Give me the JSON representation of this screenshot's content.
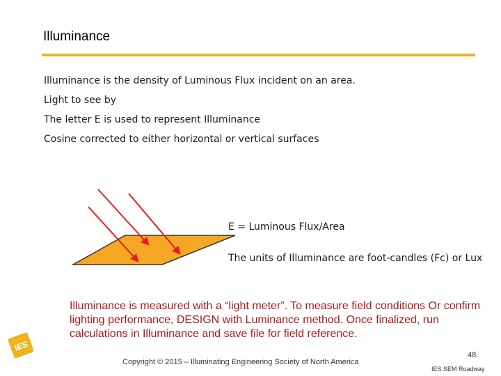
{
  "slide": {
    "title": "Illuminance",
    "bullets": [
      "Illuminance is the density of Luminous Flux incident on an area.",
      "Light to see by",
      "The letter E is used to represent Illuminance",
      "Cosine corrected to either horizontal or vertical surfaces"
    ],
    "formula": "E = Luminous Flux/Area",
    "units": "The units of Illuminance are foot-candles (Fc) or Lux",
    "note": "Illuminance is measured with a “light meter”.  To measure field conditions Or confirm lighting performance, DESIGN with Luminance method.  Once finalized, run calculations in Illuminance and save file for field reference.",
    "copyright": "Copyright © 2015 – Illuminating Engineering Society of North America",
    "page_number": "48",
    "footer_tag": "IES SEM Roadway",
    "logo_text": "IES"
  },
  "colors": {
    "accent": "#f0b323",
    "plane_fill": "#f5a623",
    "arrow": "#e02020",
    "note_text": "#b01818"
  }
}
